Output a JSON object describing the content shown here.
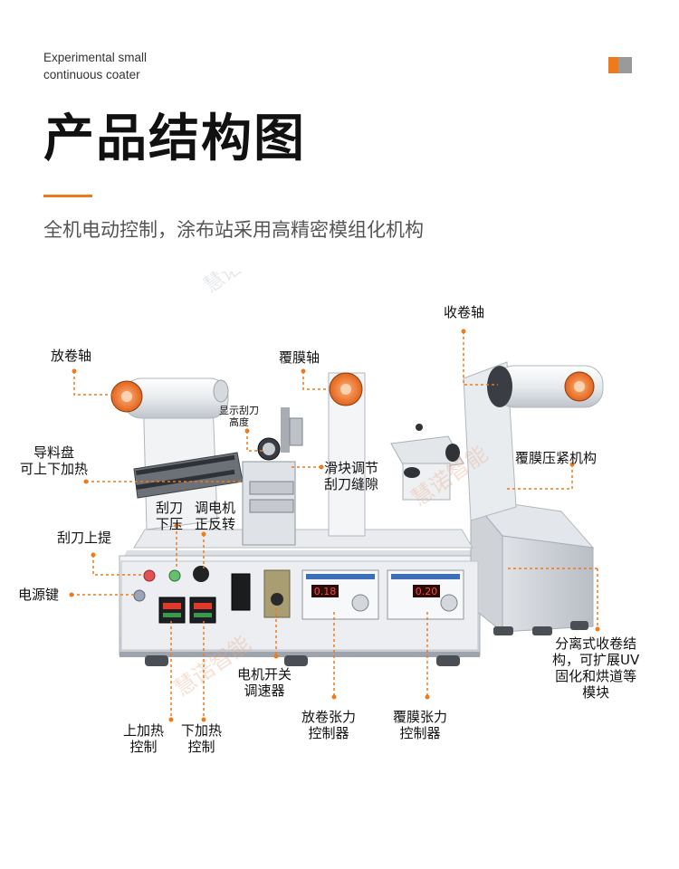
{
  "header": {
    "eyebrow_line1": "Experimental small",
    "eyebrow_line2": "continuous coater",
    "title": "产品结构图",
    "subtitle": "全机电动控制，涂布站采用高精密模组化机构",
    "watermark": "慧诺智能",
    "colors": {
      "accent": "#f07a1a",
      "mark_gray": "#9a9a9a"
    }
  },
  "machine": {
    "display_left": "0.18",
    "display_right": "0.20"
  },
  "callouts": {
    "unwind_shaft": "放卷轴",
    "laminating_shaft": "覆膜轴",
    "rewind_shaft": "收卷轴",
    "display_blade_height_l1": "显示刮刀",
    "display_blade_height_l2": "高度",
    "guide_tray_l1": "导料盘",
    "guide_tray_l2": "可上下加热",
    "slider_adjust_l1": "滑块调节",
    "slider_adjust_l2": "刮刀缝隙",
    "lamination_press": "覆膜压紧机构",
    "blade_press_l1": "刮刀",
    "blade_press_l2": "下压",
    "motor_dir_l1": "调电机",
    "motor_dir_l2": "正反转",
    "blade_lift": "刮刀上提",
    "power_key": "电源键",
    "separate_rewind_l1": "分离式收卷结",
    "separate_rewind_l2": "构，可扩展UV",
    "separate_rewind_l3": "固化和烘道等",
    "separate_rewind_l4": "模块",
    "motor_switch_l1": "电机开关",
    "motor_switch_l2": "调速器",
    "upper_heat_l1": "上加热",
    "upper_heat_l2": "控制",
    "lower_heat_l1": "下加热",
    "lower_heat_l2": "控制",
    "unwind_tension_l1": "放卷张力",
    "unwind_tension_l2": "控制器",
    "lam_tension_l1": "覆膜张力",
    "lam_tension_l2": "控制器"
  }
}
